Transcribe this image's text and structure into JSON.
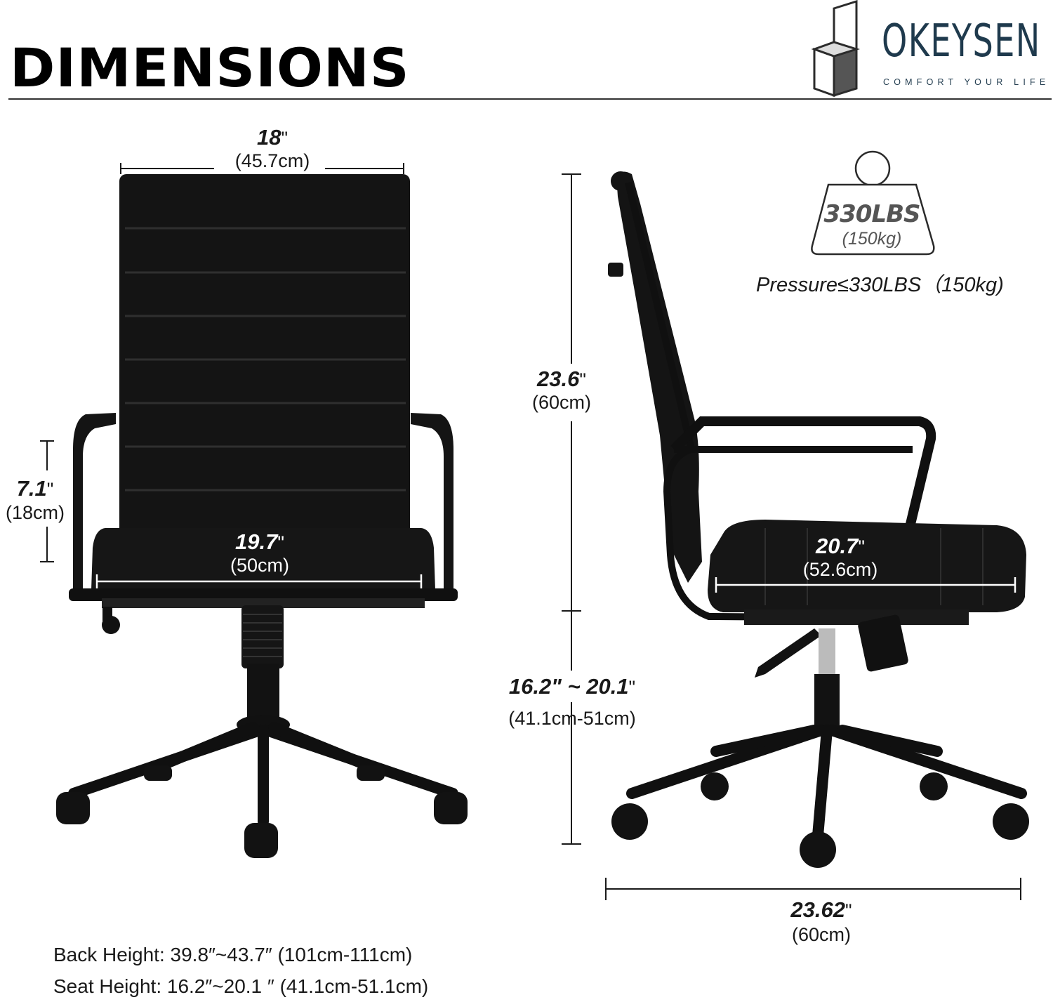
{
  "header": {
    "title": "DIMENSIONS",
    "brand_name": "OKEYSEN",
    "brand_tagline": "COMFORT YOUR LIFE"
  },
  "front_view": {
    "back_width_in": "18",
    "back_width_cm": "(45.7cm)",
    "armrest_height_in": "7.1",
    "armrest_height_cm": "(18cm)",
    "seat_width_in": "19.7",
    "seat_width_cm": "(50cm)"
  },
  "side_view": {
    "back_height_in": "23.6",
    "back_height_cm": "(60cm)",
    "seat_height_in": "16.2\" ~ 20.1",
    "seat_height_cm": "(41.1cm-51cm)",
    "seat_depth_in": "20.7",
    "seat_depth_cm": "(52.6cm)",
    "base_width_in": "23.62",
    "base_width_cm": "(60cm)"
  },
  "weight": {
    "badge_lbs": "330LBS",
    "badge_kg": "(150kg)",
    "pressure_text": "Pressure≤330LBS（150kg)"
  },
  "specs": {
    "back_height": "Back Height: 39.8″~43.7″ (101cm-111cm)",
    "seat_height": "Seat Height: 16.2″~20.1 ″ (41.1cm-51.1cm)"
  },
  "inch_mark": "\""
}
